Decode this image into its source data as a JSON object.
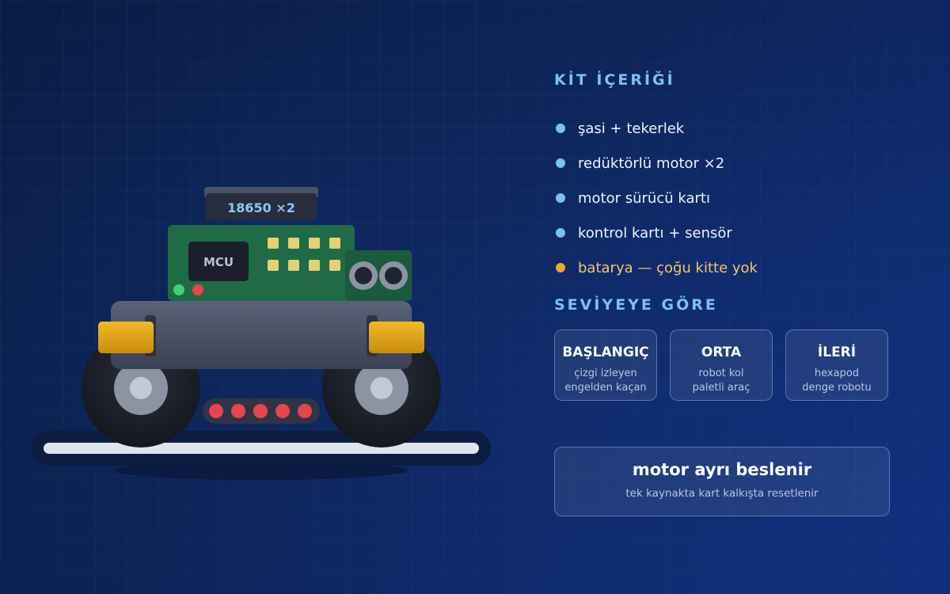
{
  "robot": {
    "battery_label": "18650 ×2",
    "mcu_label": "MCU"
  },
  "kit": {
    "title": "KİT İÇERİĞİ",
    "items": [
      {
        "text": "şasi + tekerlek"
      },
      {
        "text": "redüktörlü motor ×2"
      },
      {
        "text": "motor sürücü kartı"
      },
      {
        "text": "kontrol kartı + sensör"
      },
      {
        "text": "batarya — çoğu kitte yok",
        "warning": true
      }
    ]
  },
  "levels": {
    "title": "SEVİYEYE GÖRE",
    "cards": [
      {
        "name": "BAŞLANGIÇ",
        "line1": "çizgi izleyen",
        "line2": "engelden kaçan"
      },
      {
        "name": "ORTA",
        "line1": "robot kol",
        "line2": "paletli araç"
      },
      {
        "name": "İLERİ",
        "line1": "hexapod",
        "line2": "denge robotu"
      }
    ]
  },
  "note": {
    "title": "motor ayrı beslenir",
    "subtitle": "tek kaynakta kart kalkışta resetlenir"
  },
  "colors": {
    "accent": "#7cc0f4",
    "warning": "#f5a623",
    "board_green": "#1f6b45",
    "chassis": "#4a5368",
    "bumper": "#e0a415"
  }
}
